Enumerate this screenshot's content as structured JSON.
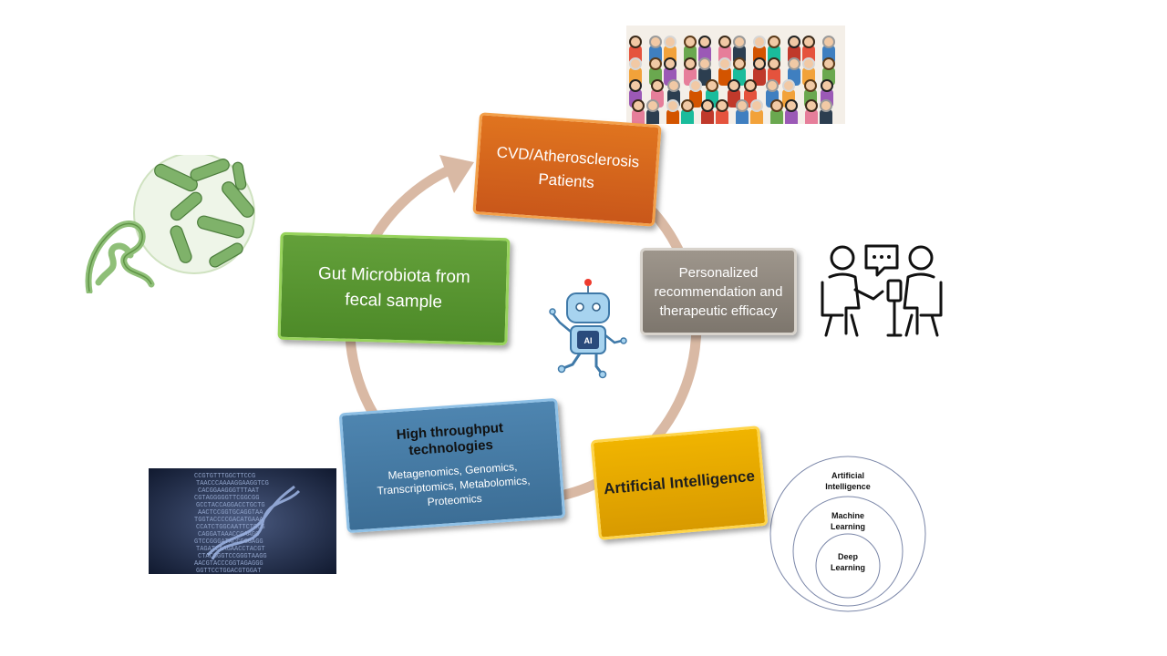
{
  "nodes": {
    "cvd": {
      "label": "CVD/Atherosclerosis Patients"
    },
    "personalized": {
      "label": "Personalized recommendation and therapeutic efficacy"
    },
    "ai": {
      "label": "Artificial Intelligence"
    },
    "high_throughput": {
      "title": "High throughput technologies",
      "subtitle": "Metagenomics, Genomics, Transcriptomics, Metabolomics, Proteomics"
    },
    "gut": {
      "label": "Gut Microbiota from fecal sample"
    }
  },
  "robot": {
    "chip_label": "AI"
  },
  "ai_hierarchy": {
    "outer": "Artificial Intelligence",
    "middle": "Machine Learning",
    "inner": "Deep Learning"
  },
  "dna_text": [
    "CCGTGTTTGGCTTCCG",
    "TAACCCAAAAGGAAGGTCG",
    "CACGGAAGGGTTTAAT",
    "CGTAGGGGGTTCGGCGG",
    "GCCTACCAGGACCTGCTG",
    "AACTCCGGTGCAGGTAA",
    "TGGTACCCCGACATGAAA",
    "CCATCTGGCAATTCTGCG",
    "CAGGATAAACCGAAGG",
    "GTCCGGGATACCCGGAGG",
    "TAGATCAAGAACCTACGT",
    "CTACGGGTCCGGGTAAGG",
    "AACGTACCCGGTAGAGGG",
    "GGTTCCTGGACGTGGAT"
  ],
  "colors": {
    "cycle_arrow": "#d9b9a4",
    "cvd": "#d9621c",
    "personalized": "#8f877e",
    "ai": "#e8a900",
    "high_throughput": "#457aa3",
    "gut": "#58962f"
  }
}
